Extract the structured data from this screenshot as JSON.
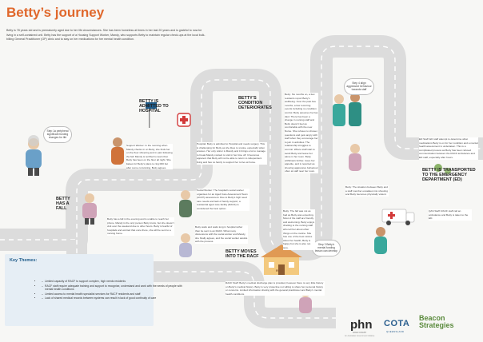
{
  "title": "Betty’s journey",
  "intro": "Betty is 78 years old and is prematurely aged due to her life circumstances. She has been homeless at times in her last 20 years and is grateful to now be living in a self-contained unit. Betty has the support of a Housing Support Worker, Mandy, who supports Betty to maintain regular check-ups at the local bulk-billing General Practitioner (GP) clinic and to stay on her medications for her mental health condition.",
  "milestones": {
    "fall": "BETTY HAS A FALL",
    "hospital": "BETTY IS ADMITTED TO HOSPITAL",
    "deteriorates": "BETTY’S CONDITION DETERIORATES",
    "racf": "BETTY MOVES INTO THE RACF",
    "transferred": "BETTY IS TRANSPORTED TO THE EMERGENCY DEPARTMENT (ED)"
  },
  "bubbles": {
    "b1": "Step 1a peripheral significant funding changes for life",
    "b2": "Step 4 align aggressive behaviour towards staff",
    "b3": "Step 3 Betty's mental funding lesson can develop"
  },
  "cards": {
    "support_worker": "Support Worker: In the morning when Mandy checks in on Betty, she finds her on the floor shivering and in pain following the fall. Mandy is terrified to learn that Betty has been on the floor all night. She liaises for Betty's plans to ring 000 but after some convincing, Betty agrees.",
    "fall_detail": "Betty has a fall in the evening and is unable to reach her phone. Mandy is the only person Betty trusts, but she doesn't visit over the weekend due to other hours. Betty is fearful of hospitals and worried that once there, she will be sent to a nursing home.",
    "hospital": "Hospital: Betty is admitted to Hospital and needs surgery. This is challenging for Betty as she likes to smoke, especially when anxious. Her only visitor is Mandy and it brings a lot to manage to break Mandy contact to visit in her time off. It becomes apparent that Betty will not be able to return to independent living and has no family to support her to live at home.",
    "social_worker": "Social Worker: The hospital's social worker organises for an Aged Care Assessment Team (ACAT) assessment. Due to Betty's high need care needs and lack of family support, a residential aged care facility (RACF) is considered the best option.",
    "hospital_wait": "Betty waits and waits long in hospital rather than be sent to an RACF. What many discussions with the social worker and Mandy, she finally agrees, and the social worker assists with the process.",
    "deteriorates": "Betty: Six months on, a few residents report Betty's wellbeing. Over the past few months, a few recurring events including no condition control. Betty assumes he has died. There has been a change in nursing staff and Betty doesn't feel as comfortable with the new Nurse. She refuses to shower, questions and gets angry with staff when they encourage her to join in activities. The relationship struggles to commit. Where staff start to avoid Betty and leave her alone in her room. Betty withdraws further, loses her appetite, and is reported as showing aggressive behaviour often at staff near her room.",
    "fall_racf": "Betty: The fall was not as bad as Betty was expecting. Most of the staff are friendly and welcoming. Betty enjoys chatting to the nursing staff who tell her about other things on the routine. She has one of the best stories about her health, Betty is happy but she is also not sure.",
    "relaxed": "Betty: The situation between Betty and a staff member escalates into shouting and Betty becomes physically violent.",
    "ed_staff": "ED Staff: ED staff attempt to determine what medications Betty is on for her condition and a mental health assessment is undertaken. This is a complicated process as Betty has been refused communication between the RACF ambulance and ED staff, especially after hours.",
    "qas_staff": "QAS Staff: RACF staff call an ambulance and Betty is taken to the ED.",
    "racf_staff": "RACF Staff: Betty's medical discharge plan is provided, however there is very little history on Betty's medical history. Betty is very protective not willing to share her personal history or concerns. Limited information sharing with the general practitioner and Betty's mental health conditions."
  },
  "themes": {
    "title": "Key Themes:",
    "items": [
      "Limited capacity of RACF to support complex, high needs residents",
      "RACF staff require adequate training and support to recognise, understand and work with the needs of people with mental health conditions",
      "Limited access to mental health specialist services for RACF residents and staff",
      "Lack of shared medical records between systems can result in lack of good continuity of care"
    ]
  },
  "signs": {
    "racf": "RACF"
  },
  "logos": {
    "phn": "phn",
    "phn_sub": "GOLD COAST",
    "cota": "COTA",
    "cota_sub": "QUEENSLAND",
    "beacon": "Beacon",
    "strategies": "Strategies",
    "fine_print": "An Australian Government Initiative"
  },
  "colors": {
    "title": "#e0682c",
    "road": "#dcdcdc",
    "road_center": "#ffffff",
    "themes_bg": "#e6eef5",
    "phn": "#2a2a2a",
    "cota": "#2b5f8f",
    "beacon": "#5a8a3c"
  }
}
